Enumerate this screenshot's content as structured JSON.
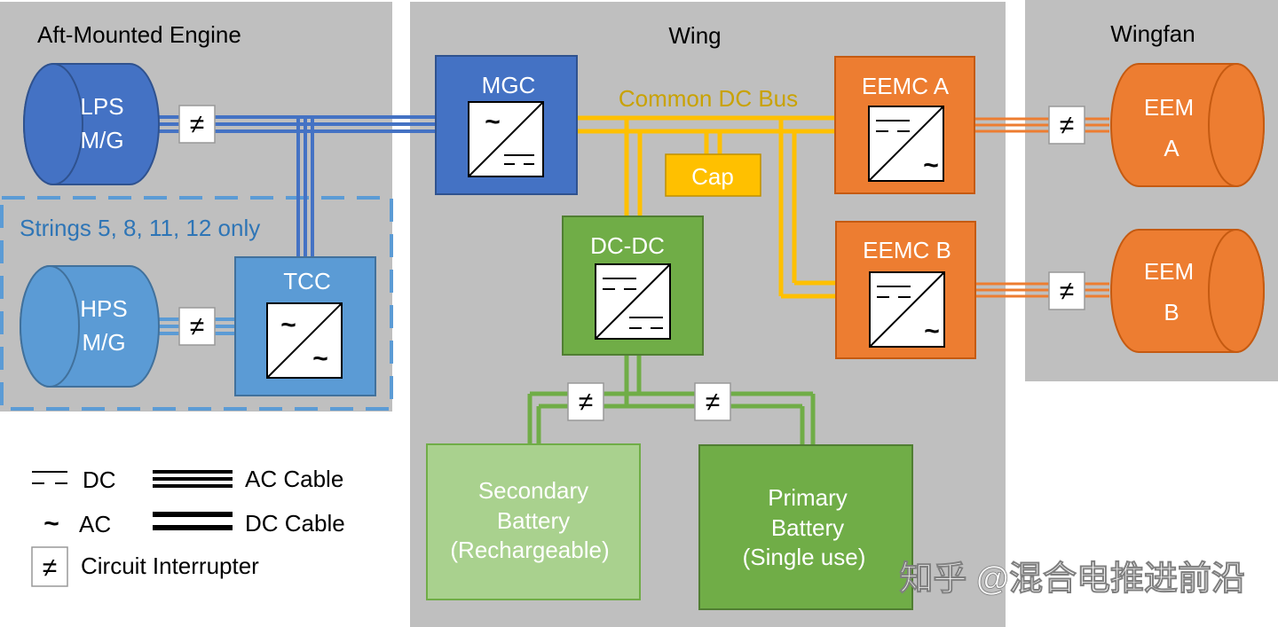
{
  "regions": {
    "engine": "Aft-Mounted Engine",
    "wing": "Wing",
    "wingfan": "Wingfan",
    "strings": "Strings 5,  8,  11, 12 only"
  },
  "machines": {
    "lps": [
      "LPS",
      "M/G"
    ],
    "hps": [
      "HPS",
      "M/G"
    ],
    "eem_a": [
      "EEM",
      "A"
    ],
    "eem_b": [
      "EEM",
      "B"
    ]
  },
  "converters": {
    "mgc": "MGC",
    "tcc": "TCC",
    "eemc_a": "EEMC A",
    "eemc_b": "EEMC B",
    "dcdc": "DC-DC"
  },
  "bus": {
    "label": "Common DC Bus",
    "cap": "Cap"
  },
  "batteries": {
    "secondary": [
      "Secondary",
      "Battery",
      "(Rechargeable)"
    ],
    "primary": [
      "Primary",
      "Battery",
      "(Single use)"
    ]
  },
  "symbols": {
    "interrupter": "≠",
    "ac": "~"
  },
  "legend": {
    "dc": "DC",
    "ac": "AC",
    "ac_cable": "AC Cable",
    "dc_cable": "DC Cable",
    "interrupter": "Circuit Interrupter"
  },
  "watermark": "知乎 @混合电推进前沿",
  "colors": {
    "region_bg": "#bfbfbf",
    "dark_blue": "#4472c4",
    "light_blue": "#5b9bd5",
    "orange": "#ed7d31",
    "yellow": "#ffc000",
    "bus_text": "#c9a200",
    "green": "#70ad47",
    "light_green": "#a9d18e",
    "strings_text": "#2e75b6"
  }
}
